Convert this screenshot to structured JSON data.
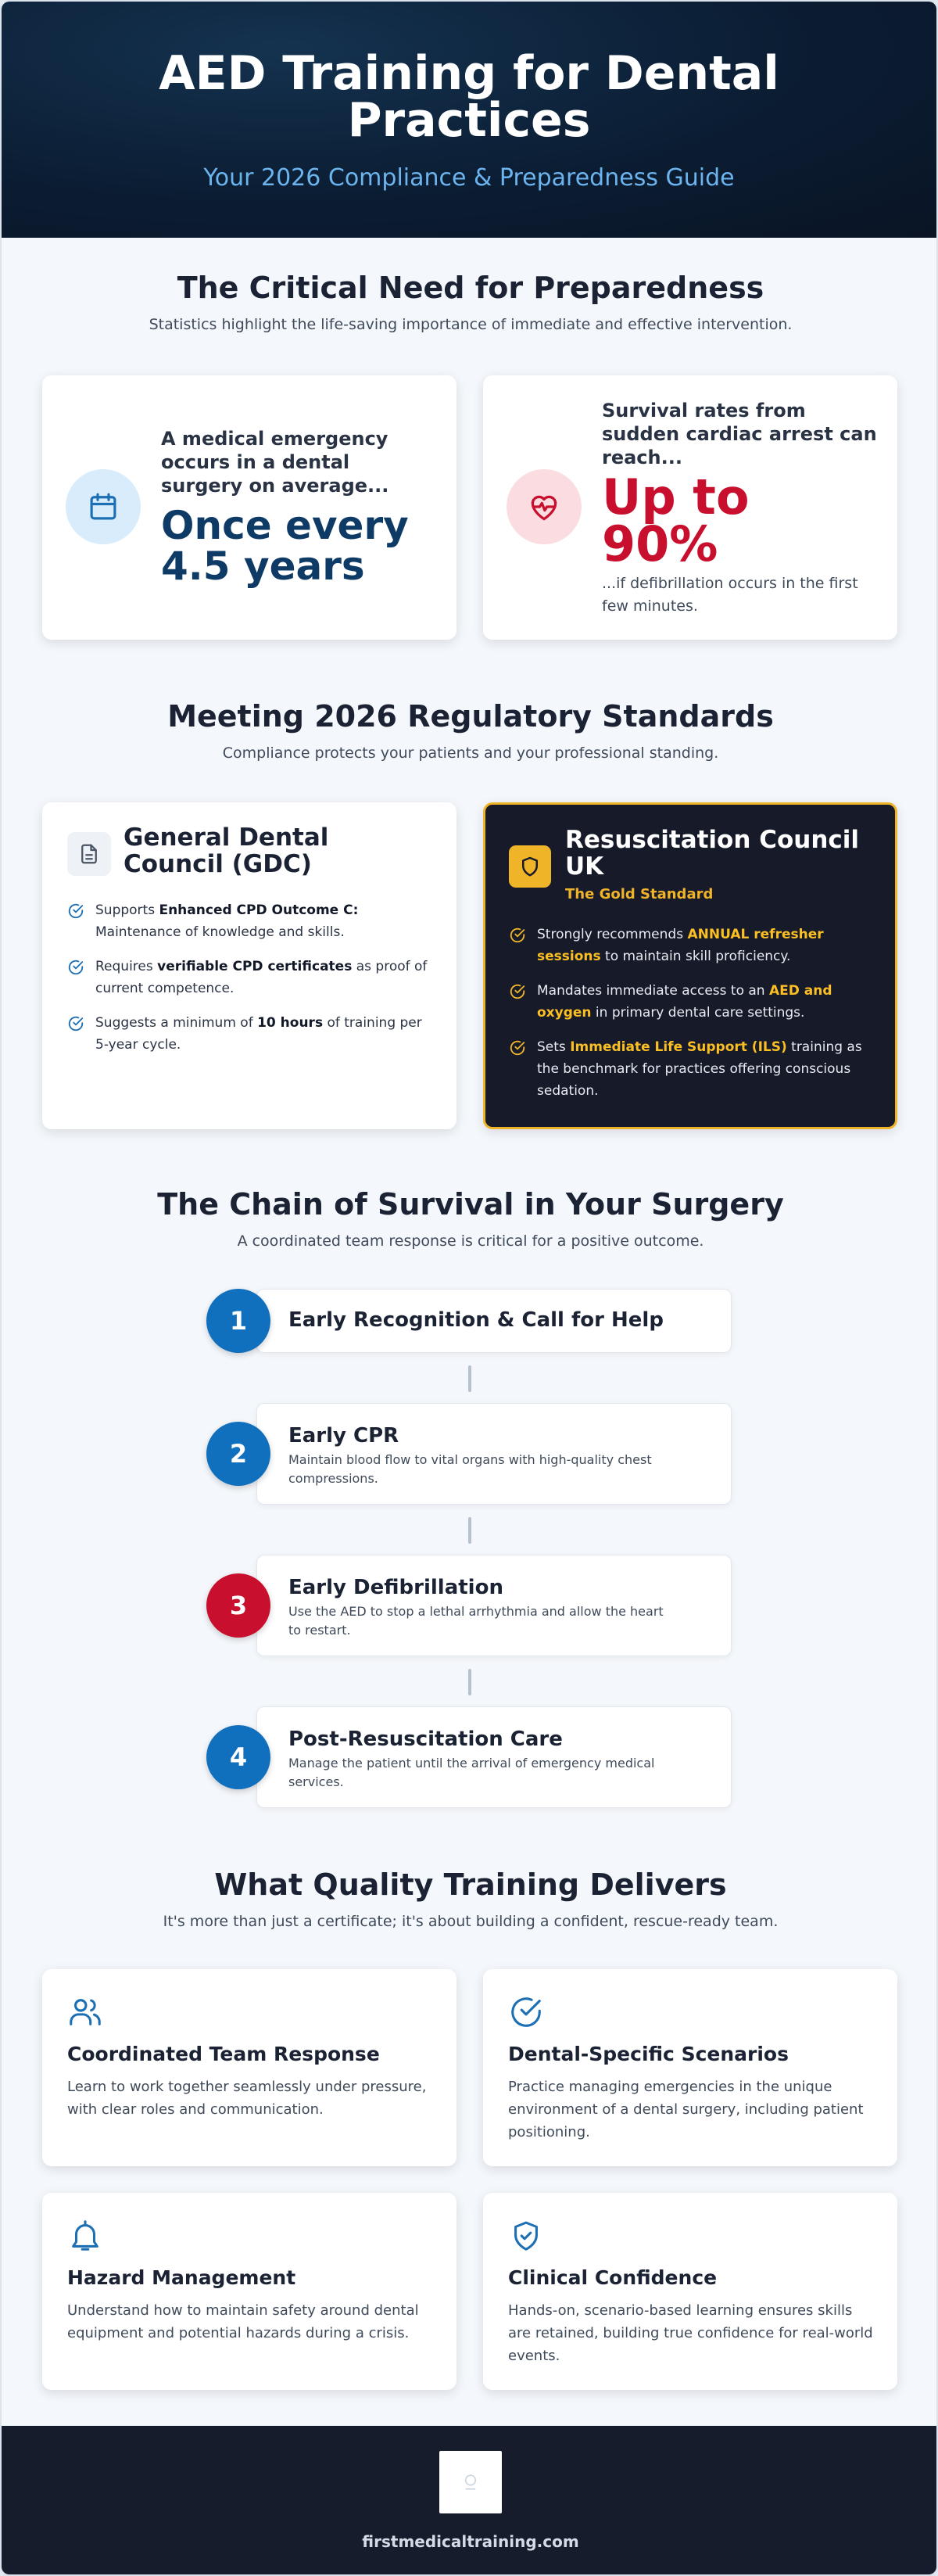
{
  "hero": {
    "title": "AED Training for Dental Practices",
    "subtitle": "Your 2026 Compliance & Preparedness Guide"
  },
  "need": {
    "heading": "The Critical Need for Preparedness",
    "subheading": "Statistics highlight the life-saving importance of immediate and effective intervention.",
    "card1": {
      "icon": "calendar-icon",
      "lead": "A medical emergency occurs in a dental surgery on average...",
      "stat": "Once every 4.5 years"
    },
    "card2": {
      "icon": "heart-pulse-icon",
      "lead": "Survival rates from sudden cardiac arrest can reach...",
      "stat": "Up to 90%",
      "foot": "...if defibrillation occurs in the first few minutes."
    }
  },
  "standards": {
    "heading": "Meeting 2026 Regulatory Standards",
    "subheading": "Compliance protects your patients and your professional standing.",
    "gdc": {
      "icon": "document-icon",
      "title": "General Dental Council (GDC)",
      "items": [
        {
          "pre": "Supports ",
          "bold": "Enhanced CPD Outcome C:",
          "post": " Maintenance of knowledge and skills."
        },
        {
          "pre": "Requires ",
          "bold": "verifiable CPD certificates",
          "post": " as proof of current competence."
        },
        {
          "pre": "Suggests a minimum of ",
          "bold": "10 hours",
          "post": " of training per 5-year cycle."
        }
      ]
    },
    "rcuk": {
      "icon": "shield-icon",
      "title": "Resuscitation Council UK",
      "badge": "The Gold Standard",
      "items": [
        {
          "pre": "Strongly recommends ",
          "bold": "ANNUAL refresher sessions",
          "post": " to maintain skill proficiency."
        },
        {
          "pre": "Mandates immediate access to an ",
          "bold": "AED and oxygen",
          "post": " in primary dental care settings."
        },
        {
          "pre": "Sets ",
          "bold": "Immediate Life Support (ILS)",
          "post": " training as the benchmark for practices offering conscious sedation."
        }
      ]
    }
  },
  "chain": {
    "heading": "The Chain of Survival in Your Surgery",
    "subheading": "A coordinated team response is critical for a positive outcome.",
    "steps": [
      {
        "num": "1",
        "title": "Early Recognition & Call for Help",
        "desc": "",
        "color": "#1170bd"
      },
      {
        "num": "2",
        "title": "Early CPR",
        "desc": "Maintain blood flow to vital organs with high-quality chest compressions.",
        "color": "#1170bd"
      },
      {
        "num": "3",
        "title": "Early Defibrillation",
        "desc": "Use the AED to stop a lethal arrhythmia and allow the heart to restart.",
        "color": "#c8102e"
      },
      {
        "num": "4",
        "title": "Post-Resuscitation Care",
        "desc": "Manage the patient until the arrival of emergency medical services.",
        "color": "#1170bd"
      }
    ]
  },
  "training": {
    "heading": "What Quality Training Delivers",
    "subheading": "It's more than just a certificate; it's about building a confident, rescue-ready team.",
    "features": [
      {
        "icon": "users-icon",
        "title": "Coordinated Team Response",
        "desc": "Learn to work together seamlessly under pressure, with clear roles and communication."
      },
      {
        "icon": "check-circle-icon",
        "title": "Dental-Specific Scenarios",
        "desc": "Practice managing emergencies in the unique environment of a dental surgery, including patient positioning."
      },
      {
        "icon": "bell-icon",
        "title": "Hazard Management",
        "desc": "Understand how to maintain safety around dental equipment and potential hazards during a crisis."
      },
      {
        "icon": "shield-check-icon",
        "title": "Clinical Confidence",
        "desc": "Hands-on, scenario-based learning ensures skills are retained, building true confidence for real-world events."
      }
    ]
  },
  "footer": {
    "logo_icon": "logo-icon",
    "site": "firstmedicaltraining.com"
  },
  "colors": {
    "navy": "#0e3a66",
    "blue": "#1170bd",
    "red": "#c8102e",
    "gold": "#f0b429",
    "dark": "#161a29"
  }
}
